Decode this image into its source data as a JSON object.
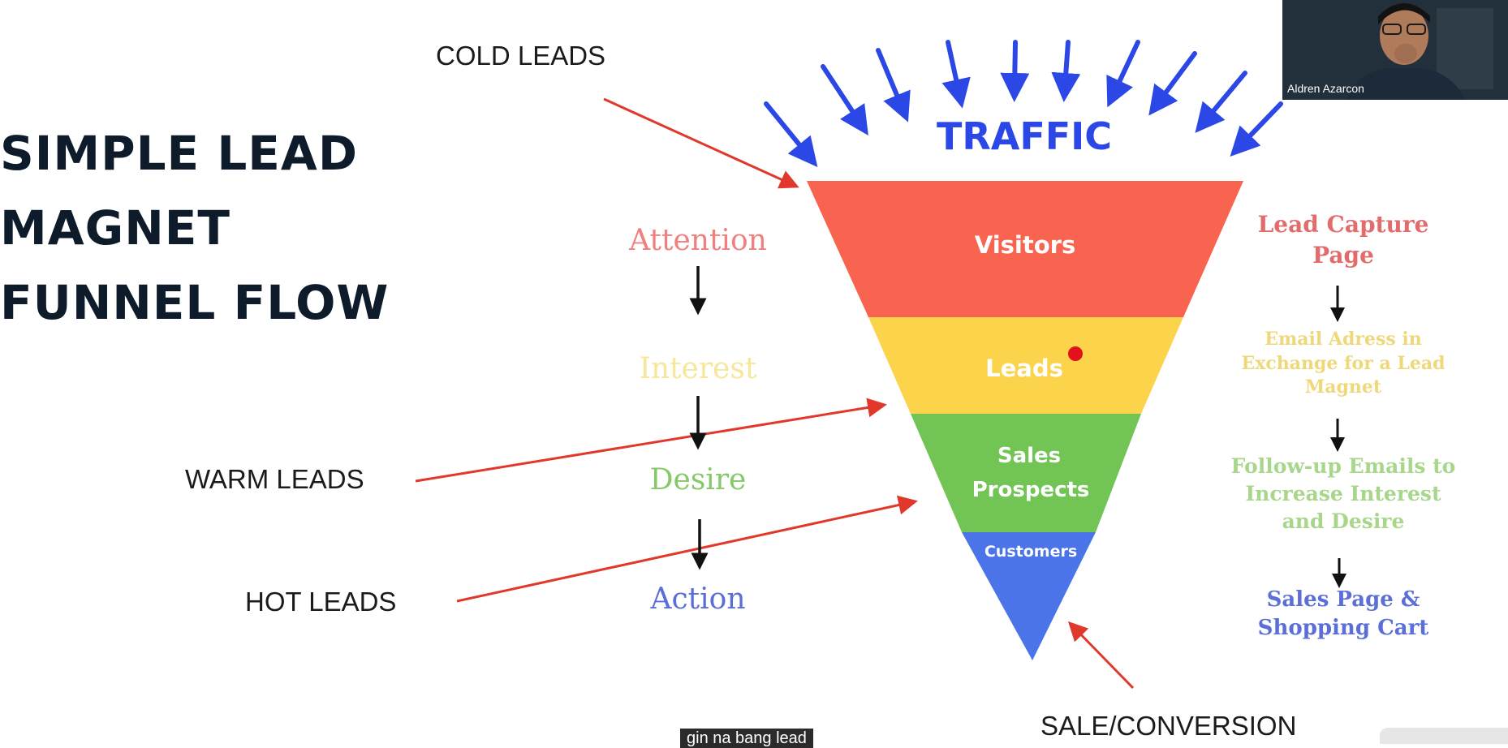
{
  "slide": {
    "title_lines": [
      "SIMPLE LEAD",
      "MAGNET",
      "FUNNEL FLOW"
    ],
    "traffic_label": "TRAFFIC",
    "lead_tags": {
      "cold": "COLD LEADS",
      "warm": "WARM LEADS",
      "hot": "HOT LEADS",
      "sale": "SALE/CONVERSION"
    },
    "aida": [
      "Attention",
      "Interest",
      "Desire",
      "Action"
    ],
    "funnel": [
      {
        "label": "Visitors",
        "color": "#f96450"
      },
      {
        "label": "Leads",
        "color": "#fbd44c"
      },
      {
        "label": "Sales",
        "label2": "Prospects",
        "color": "#72c455"
      },
      {
        "label": "Customers",
        "color": "#4a74e8"
      }
    ],
    "steps": [
      {
        "lines": [
          "Lead Capture",
          "Page"
        ],
        "color": "#e26b6b"
      },
      {
        "lines": [
          "Email Adress in",
          "Exchange for a Lead",
          "Magnet"
        ],
        "color": "#eed87a"
      },
      {
        "lines": [
          "Follow-up Emails to",
          "Increase Interest",
          "and Desire"
        ],
        "color": "#a8d68a"
      },
      {
        "lines": [
          "Sales Page &",
          "Shopping Cart"
        ],
        "color": "#5c6fd6"
      }
    ],
    "colors": {
      "arrow_blue": "#2b47e6",
      "arrow_red": "#e0392b",
      "title": "#0d1b2a",
      "attention": "#f07f7f",
      "interest": "#f6e79a",
      "desire": "#86c96a",
      "action": "#5b6ed8"
    }
  },
  "webcam": {
    "participant_name": "Aldren Azarcon"
  },
  "caption": {
    "text": "gin na bang lead"
  }
}
